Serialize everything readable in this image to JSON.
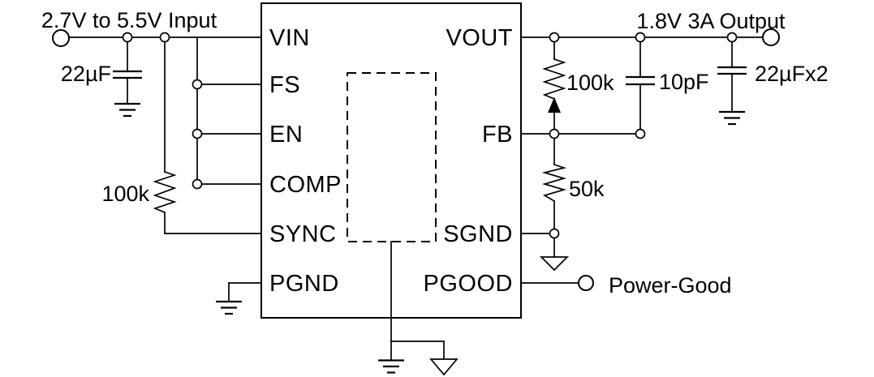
{
  "schematic": {
    "background": "#ffffff",
    "line_color": "#000000",
    "labels": {
      "input_header": "2.7V to 5.5V Input",
      "output_header": "1.8V 3A Output",
      "power_good": "Power-Good"
    },
    "ic": {
      "pins_left": [
        "VIN",
        "FS",
        "EN",
        "COMP",
        "SYNC",
        "PGND"
      ],
      "pins_right": [
        "VOUT",
        "FB",
        "SGND",
        "PGOOD"
      ]
    },
    "components": {
      "input_capacitor": "22µF",
      "sync_pulldown_resistor": "100k",
      "feedback_top_resistor": "100k",
      "feedforward_capacitor": "10pF",
      "feedback_bottom_resistor": "50k",
      "output_capacitor": "22µFx2"
    }
  }
}
